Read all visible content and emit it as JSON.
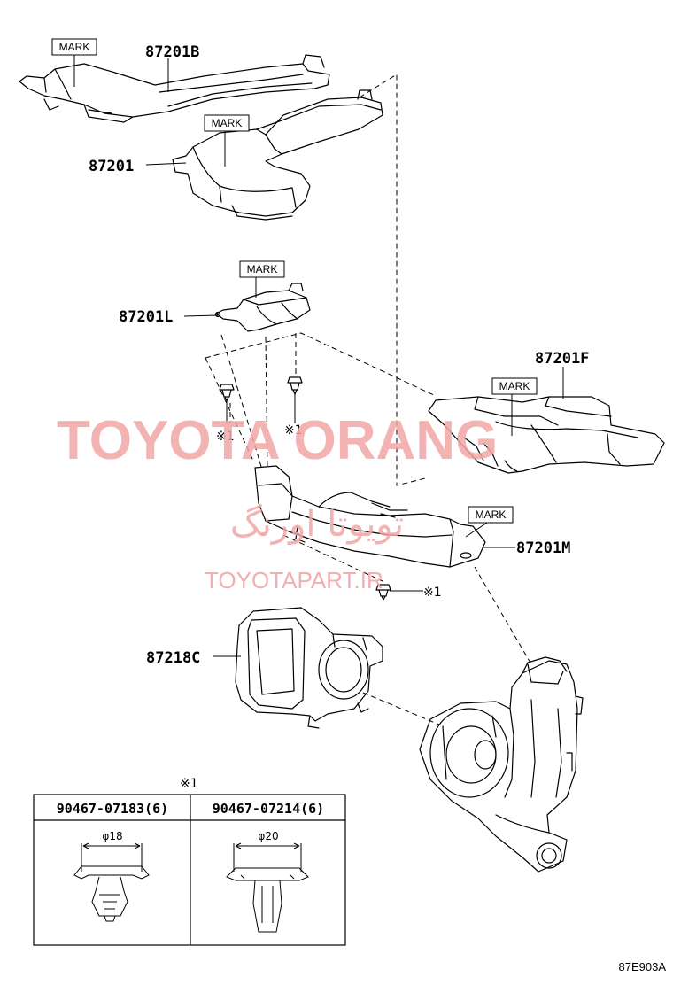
{
  "mark_label": "MARK",
  "parts": {
    "p87201B": "87201B",
    "p87201": "87201",
    "p87201L": "87201L",
    "p87201F": "87201F",
    "p87201M": "87201M",
    "p87218C": "87218C"
  },
  "clip_refs": {
    "ref_a": "※1",
    "ref_b": "※1",
    "ref_c": "※1",
    "table_ref": "※1"
  },
  "clip_table": {
    "left_part": "90467-07183(6)",
    "right_part": "90467-07214(6)",
    "left_dim": "φ18",
    "right_dim": "φ20"
  },
  "watermark": {
    "main": "TOYOTA ORANG",
    "persian": "تویوتا اورنگ",
    "url": "TOYOTAPART.IR",
    "color": "#f2a6a6"
  },
  "diagram_code": "87E903A"
}
